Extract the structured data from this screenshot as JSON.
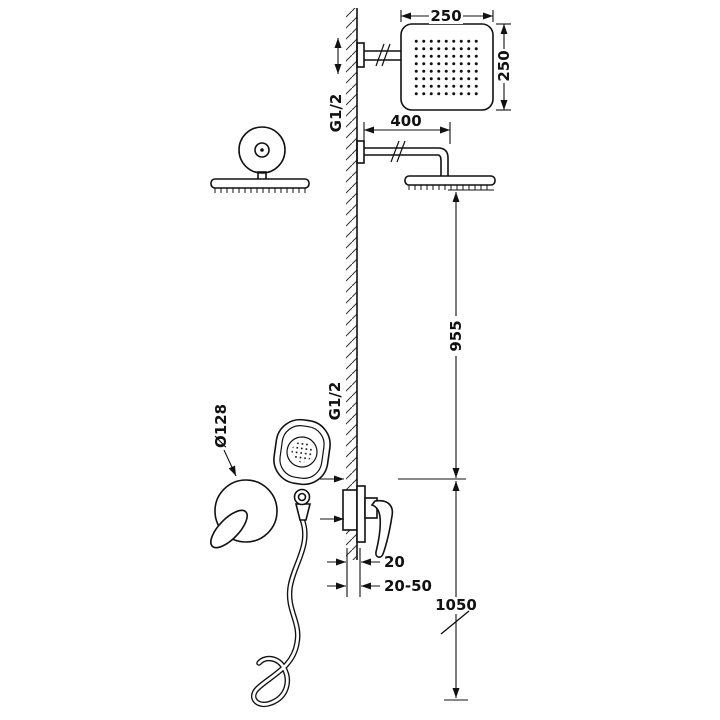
{
  "diagram": {
    "title": "shower-system-dimension-drawing",
    "colors": {
      "line": "#111111",
      "background": "#ffffff"
    },
    "labels": {
      "head_width": "250",
      "head_height": "250",
      "top_thread": "G1/2",
      "arm_length": "400",
      "head_to_valve": "955",
      "valve_thread": "G1/2",
      "handshower_diameter": "Ø128",
      "wall_thickness": "20",
      "recess_depth": "20-50",
      "valve_to_floor": "1050"
    }
  }
}
